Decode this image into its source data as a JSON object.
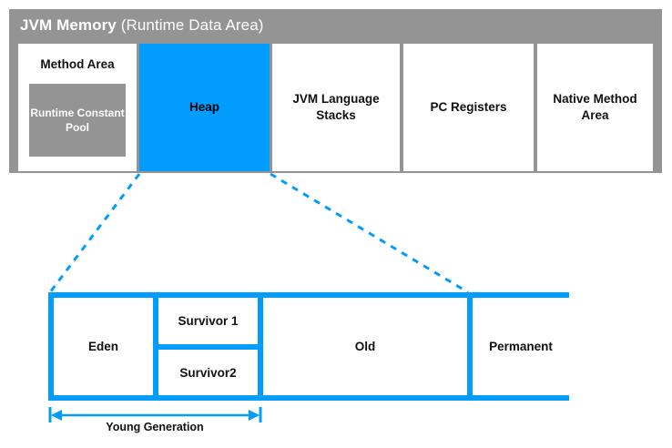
{
  "diagram": {
    "title_bold": "JVM Memory",
    "title_regular": " (Runtime Data Area)",
    "colors": {
      "accent_blue": "#009dff",
      "frame_gray": "#949494",
      "box_white": "#ffffff",
      "text_black": "#111111"
    }
  },
  "jvm_memory": {
    "header_bold": "JVM Memory",
    "header_regular": "(Runtime Data Area)",
    "regions": [
      {
        "label": "Method Area",
        "highlighted": false
      },
      {
        "label": "Heap",
        "highlighted": true
      },
      {
        "label": "JVM Language Stacks",
        "highlighted": false
      },
      {
        "label": "PC Registers",
        "highlighted": false
      },
      {
        "label": "Native Method Area",
        "highlighted": false
      }
    ],
    "method_area": {
      "label": "Method Area",
      "inner_box_label": "Runtime Constant Pool"
    },
    "heap_label": "Heap",
    "stacks_label": "JVM Language Stacks",
    "stacks_line1": "JVM Language",
    "stacks_line2": "Stacks",
    "pc_registers_label": "PC Registers",
    "native_method_label": "Native Method Area",
    "native_line1": "Native Method",
    "native_line2": "Area"
  },
  "heap_detail": {
    "cells": [
      {
        "label": "Eden"
      },
      {
        "label": "Survivor 1"
      },
      {
        "label": "Survivor2"
      },
      {
        "label": "Old"
      },
      {
        "label": "Permanent"
      }
    ],
    "eden_label": "Eden",
    "survivor1_label": "Survivor 1",
    "survivor2_label": "Survivor2",
    "old_label": "Old",
    "permanent_label": "Permanent",
    "measure_label": "Young Generation"
  }
}
